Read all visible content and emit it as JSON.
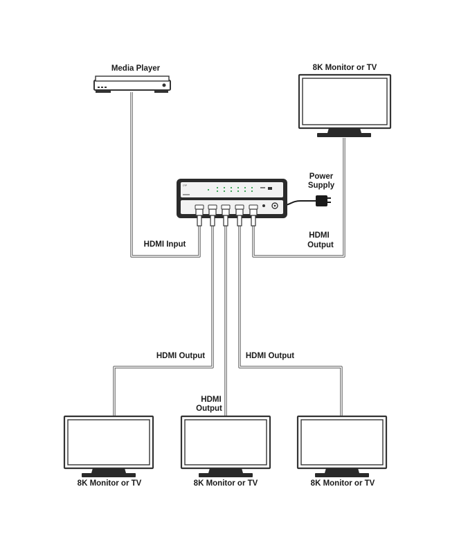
{
  "labels": {
    "media_player": "Media Player",
    "top_monitor": "8K Monitor or TV",
    "power_supply_line1": "Power",
    "power_supply_line2": "Supply",
    "hdmi_input": "HDMI Input",
    "hdmi_output_right_line1": "HDMI",
    "hdmi_output_right_line2": "Output",
    "hdmi_output_left": "HDMI Output",
    "hdmi_output_center_line1": "HDMI",
    "hdmi_output_center_line2": "Output",
    "hdmi_output_right_bottom": "HDMI Output",
    "bottom_monitor_left": "8K Monitor or TV",
    "bottom_monitor_center": "8K Monitor or TV",
    "bottom_monitor_right": "8K Monitor or TV"
  },
  "colors": {
    "cable": "#5a5a5a",
    "device_body": "#2b2b2b",
    "device_panel": "#f2f2f2",
    "led": "#2e9e4a"
  }
}
